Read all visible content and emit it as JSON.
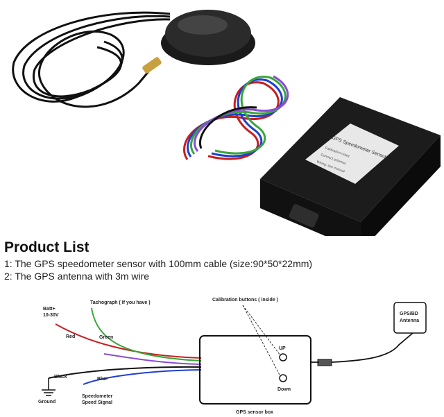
{
  "product_list": {
    "title": "Product List",
    "items": [
      "1: The GPS speedometer sensor with 100mm cable (size:90*50*22mm)",
      "2: The GPS antenna with 3m wire"
    ]
  },
  "device_label": {
    "title": "GPS Speedometer Sensor",
    "lines": [
      "Calibration notes",
      "Connect antenna",
      "Wiring: see manual"
    ]
  },
  "wiring_diagram": {
    "batt_label": "Batt+",
    "batt_voltage": "10-30V",
    "tachograph_label": "Tachograph ( If you have )",
    "red_label": "Red",
    "green_label": "Green",
    "black_label": "Black",
    "blue_label": "Blue",
    "ground_label": "Ground",
    "speedometer_label": "Speedometer",
    "speed_signal_label": "Speed Signal",
    "calibration_label": "Calibration buttons ( inside )",
    "up_label": "UP",
    "down_label": "Down",
    "sensor_box_label": "GPS sensor box",
    "antenna_label": "GPS/BD",
    "antenna_sub_label": "Antenna"
  },
  "colors": {
    "red_wire": "#c81e1e",
    "green_wire": "#3aa63a",
    "blue_wire": "#1f3fd0",
    "black_wire": "#111111",
    "purple_wire": "#8a4bd6"
  }
}
